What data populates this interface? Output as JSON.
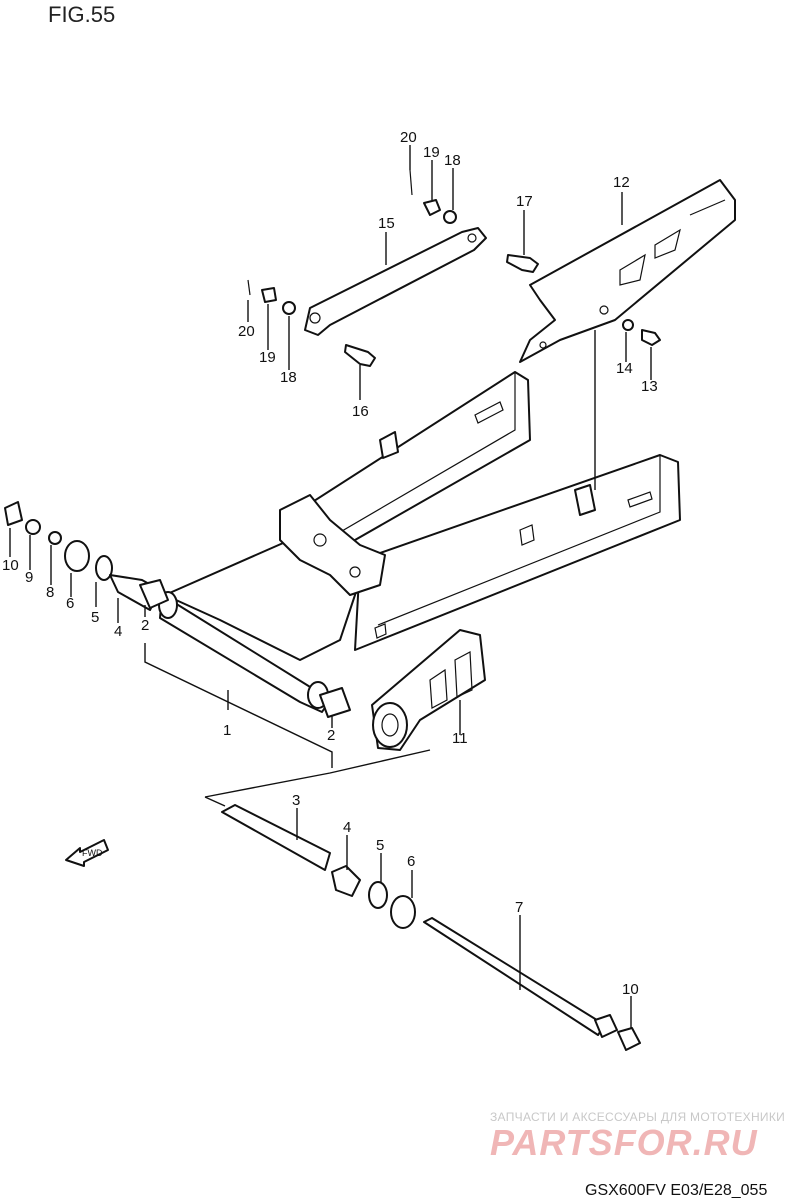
{
  "figure": {
    "title": "FIG.55",
    "code": "GSX600FV E03/E28_055"
  },
  "watermark": {
    "tagline": "ЗАПЧАСТИ И АКСЕССУАРЫ ДЛЯ МОТОТЕХНИКИ",
    "logo": "PARTSFOR.RU"
  },
  "direction_arrow": {
    "label": "FWD"
  },
  "callouts": {
    "c1": "1",
    "c2a": "2",
    "c2b": "2",
    "c3": "3",
    "c4a": "4",
    "c4b": "4",
    "c5a": "5",
    "c5b": "5",
    "c6a": "6",
    "c6b": "6",
    "c7": "7",
    "c8": "8",
    "c9": "9",
    "c10a": "10",
    "c10b": "10",
    "c11": "11",
    "c12": "12",
    "c13": "13",
    "c14": "14",
    "c15": "15",
    "c16": "16",
    "c17": "17",
    "c18a": "18",
    "c18b": "18",
    "c19a": "19",
    "c19b": "19",
    "c20a": "20",
    "c20b": "20"
  }
}
